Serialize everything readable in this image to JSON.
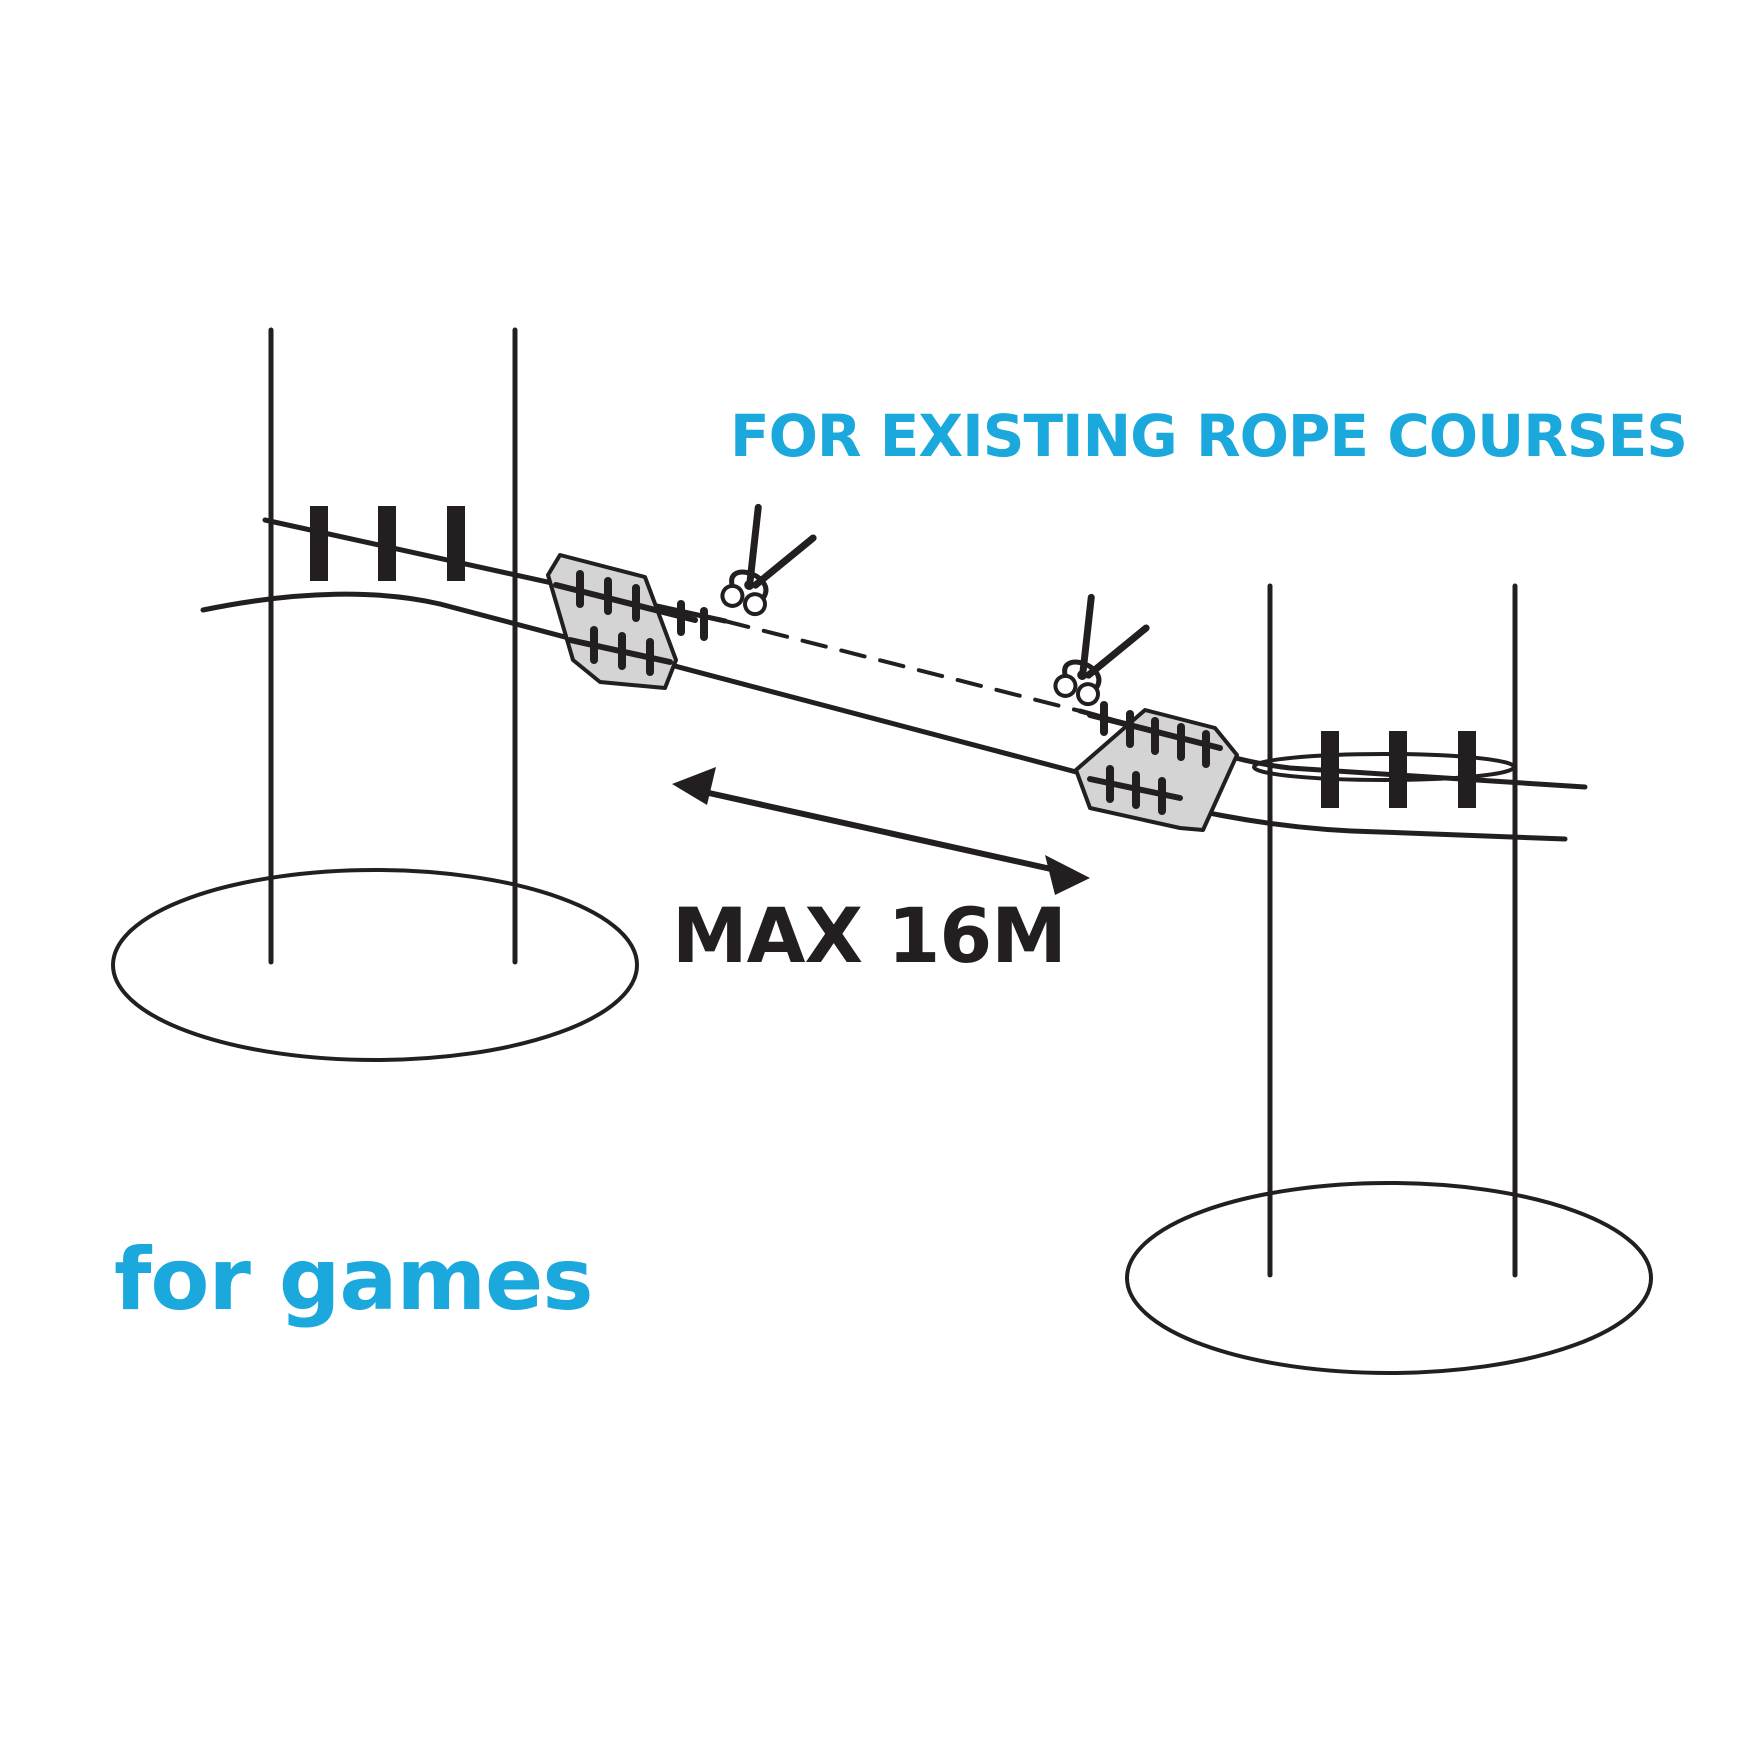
{
  "heading": "FOR EXISTING ROPE COURSES",
  "measure": "MAX 16M",
  "caption": "for games",
  "colors": {
    "accent": "#1ba8dc",
    "ink": "#231f20",
    "plate_fill": "#d4d4d4"
  },
  "icons": [
    "pincers-icon",
    "pincers-icon"
  ]
}
